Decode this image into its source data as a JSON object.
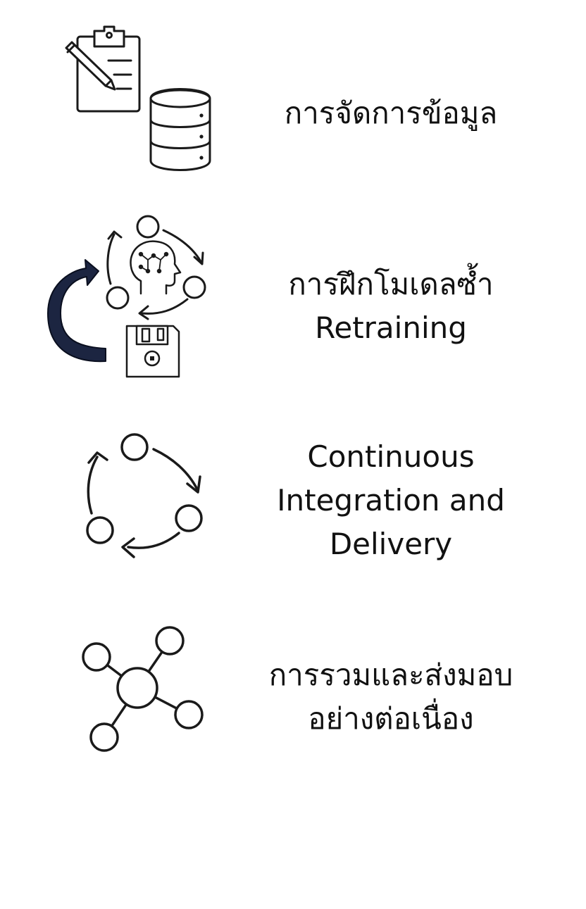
{
  "items": [
    {
      "lines": [
        "การจัดการข้อมูล"
      ],
      "icons": [
        "clipboard-icon",
        "database-icon"
      ]
    },
    {
      "lines": [
        "การฝึกโมเดลซ้ำ",
        "Retraining"
      ],
      "icons": [
        "cycle-icon",
        "ai-head-icon",
        "floppy-disk-icon",
        "curved-arrow-icon"
      ]
    },
    {
      "lines": [
        "Continuous",
        "Integration and",
        "Delivery"
      ],
      "icons": [
        "cycle-icon"
      ]
    },
    {
      "lines": [
        "การรวมและส่งมอบ",
        "อย่างต่อเนื่อง"
      ],
      "icons": [
        "network-icon"
      ]
    }
  ],
  "colors": {
    "stroke": "#1a1a1a",
    "arrow_fill": "#1c2541",
    "background": "#ffffff"
  }
}
